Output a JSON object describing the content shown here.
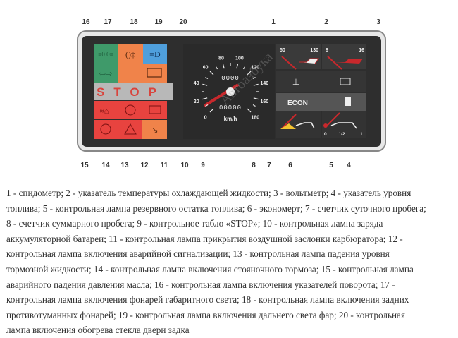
{
  "callouts_top": [
    "16",
    "17",
    "18",
    "19",
    "20",
    "1",
    "2",
    "3"
  ],
  "callouts_bottom": [
    "15",
    "14",
    "13",
    "12",
    "11",
    "10",
    "9",
    "8",
    "7",
    "6",
    "5",
    "4"
  ],
  "stop_label": "STOP",
  "speedometer": {
    "ticks": [
      "0",
      "20",
      "40",
      "60",
      "80",
      "100",
      "120",
      "140",
      "160",
      "180"
    ],
    "unit": "km/h",
    "trip_counter": "0000",
    "total_counter": "00000"
  },
  "temp_gauge": {
    "min": "50",
    "max": "130"
  },
  "volt_gauge": {
    "min": "8",
    "max": "16"
  },
  "econ_label": "ECON",
  "fuel_gauge": {
    "ticks": [
      "0",
      "1/2",
      "1"
    ]
  },
  "watermark": "Автоазбука",
  "caption_lines": [
    "1 - спидометр; 2 - указатель температуры охлаждающей жидкости; 3 - вольтметр; 4 - указатель уровня",
    "топлива; 5 - контрольная лампа резервного остатка топлива; 6 - экономерт; 7 - счетчик суточного пробега;",
    "8 - счетчик суммарного пробега; 9 - контрольное табло «STOP»; 10 - контрольная лампа заряда",
    "аккумуляторной батареи; 11 - контрольная лампа прикрытия воздушной заслонки карбюратора; 12 -",
    "контрольная лампа включения аварийной сигнализации; 13 - контрольная лампа падения уровня",
    "тормозной жидкости; 14 - контрольная лампа включения стояночного тормоза; 15 - контрольная лампа",
    "аварийного падения давления масла; 16 - контрольная лампа включения указателей поворота; 17 -",
    "контрольная лампа включения фонарей габаритного света; 18 - контрольная лампа включения задних",
    "противотуманных фонарей; 19 - контрольная лампа включения дальнего света фар; 20 - контрольная",
    "лампа включения обогрева стекла двери задка"
  ],
  "colors": {
    "green": "#3f9a6a",
    "orange": "#f0834a",
    "blue": "#4f9fdc",
    "red": "#e8433f",
    "panel": "#2e2e2e",
    "needle": "#c8282c"
  }
}
